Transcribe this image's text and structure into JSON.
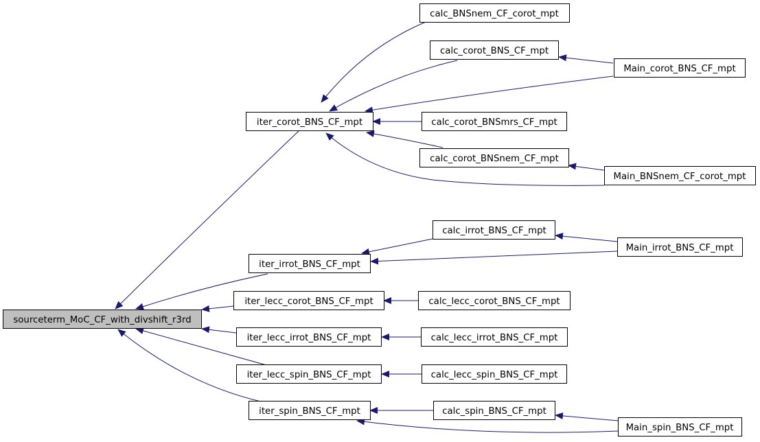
{
  "graph": {
    "colors": {
      "edge": "#191970",
      "root_fill": "#bfbfbf",
      "node_fill": "#ffffff",
      "border": "#000000"
    },
    "nodes": {
      "sourceterm": "sourceterm_MoC_CF_with_divshift_r3rd",
      "iter_corot": "iter_corot_BNS_CF_mpt",
      "iter_irrot": "iter_irrot_BNS_CF_mpt",
      "iter_lecc_corot": "iter_lecc_corot_BNS_CF_mpt",
      "iter_lecc_irrot": "iter_lecc_irrot_BNS_CF_mpt",
      "iter_lecc_spin": "iter_lecc_spin_BNS_CF_mpt",
      "iter_spin": "iter_spin_BNS_CF_mpt",
      "calc_bnsnem_corot": "calc_BNSnem_CF_corot_mpt",
      "calc_corot": "calc_corot_BNS_CF_mpt",
      "main_corot": "Main_corot_BNS_CF_mpt",
      "calc_corot_bnsmrs": "calc_corot_BNSmrs_CF_mpt",
      "calc_corot_bnsnem": "calc_corot_BNSnem_CF_mpt",
      "main_bnsnem_corot": "Main_BNSnem_CF_corot_mpt",
      "calc_irrot": "calc_irrot_BNS_CF_mpt",
      "main_irrot": "Main_irrot_BNS_CF_mpt",
      "calc_lecc_corot": "calc_lecc_corot_BNS_CF_mpt",
      "calc_lecc_irrot": "calc_lecc_irrot_BNS_CF_mpt",
      "calc_lecc_spin": "calc_lecc_spin_BNS_CF_mpt",
      "calc_spin": "calc_spin_BNS_CF_mpt",
      "main_spin": "Main_spin_BNS_CF_mpt"
    }
  }
}
